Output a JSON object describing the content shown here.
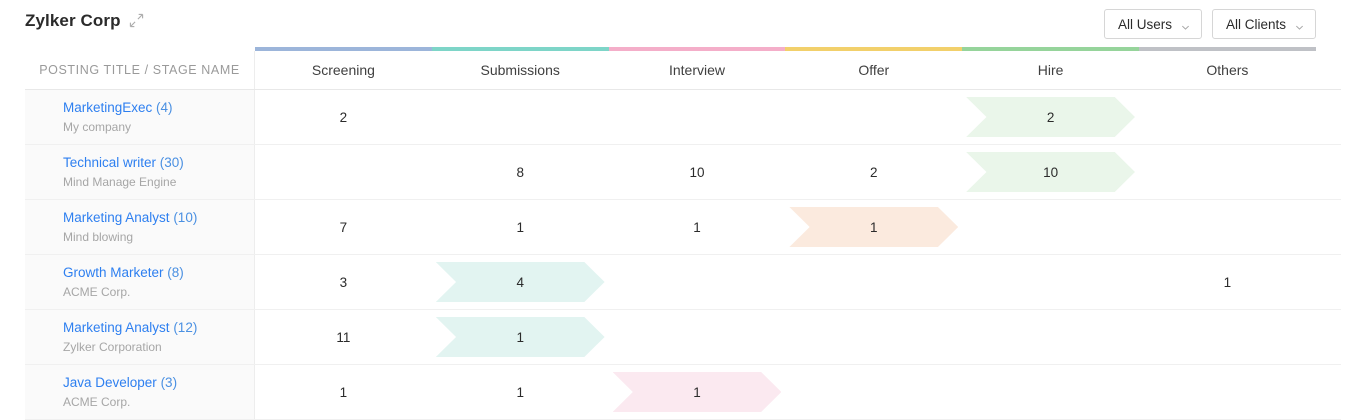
{
  "header": {
    "title": "Zylker Corp",
    "expand_icon": "expand-arrows-icon",
    "filters": [
      {
        "label": "All Users",
        "icon": "chevron-down-icon"
      },
      {
        "label": "All Clients",
        "icon": "chevron-down-icon"
      }
    ]
  },
  "table": {
    "first_column_header": "POSTING TITLE / STAGE NAME",
    "stage_columns": [
      {
        "label": "Screening",
        "color": "#9cb5da"
      },
      {
        "label": "Submissions",
        "color": "#7ed5c8"
      },
      {
        "label": "Interview",
        "color": "#f4aec9"
      },
      {
        "label": "Offer",
        "color": "#f2d06b"
      },
      {
        "label": "Hire",
        "color": "#96d49b"
      },
      {
        "label": "Others",
        "color": "#bfc1c6"
      }
    ],
    "rows": [
      {
        "title": "MarketingExec",
        "count": "(4)",
        "company": "My company",
        "cells": [
          {
            "value": "2",
            "highlight": ""
          },
          {
            "value": "",
            "highlight": ""
          },
          {
            "value": "",
            "highlight": ""
          },
          {
            "value": "",
            "highlight": ""
          },
          {
            "value": "2",
            "highlight": "#eaf6ea"
          },
          {
            "value": "",
            "highlight": ""
          }
        ]
      },
      {
        "title": "Technical writer",
        "count": "(30)",
        "company": "Mind Manage Engine",
        "cells": [
          {
            "value": "",
            "highlight": ""
          },
          {
            "value": "8",
            "highlight": ""
          },
          {
            "value": "10",
            "highlight": ""
          },
          {
            "value": "2",
            "highlight": ""
          },
          {
            "value": "10",
            "highlight": "#eaf6ea"
          },
          {
            "value": "",
            "highlight": ""
          }
        ]
      },
      {
        "title": "Marketing Analyst",
        "count": "(10)",
        "company": "Mind blowing",
        "cells": [
          {
            "value": "7",
            "highlight": ""
          },
          {
            "value": "1",
            "highlight": ""
          },
          {
            "value": "1",
            "highlight": ""
          },
          {
            "value": "1",
            "highlight": "#fbeade"
          },
          {
            "value": "",
            "highlight": ""
          },
          {
            "value": "",
            "highlight": ""
          }
        ]
      },
      {
        "title": "Growth Marketer",
        "count": "(8)",
        "company": "ACME Corp.",
        "cells": [
          {
            "value": "3",
            "highlight": ""
          },
          {
            "value": "4",
            "highlight": "#e2f4f1"
          },
          {
            "value": "",
            "highlight": ""
          },
          {
            "value": "",
            "highlight": ""
          },
          {
            "value": "",
            "highlight": ""
          },
          {
            "value": "1",
            "highlight": ""
          }
        ]
      },
      {
        "title": "Marketing Analyst",
        "count": "(12)",
        "company": "Zylker Corporation",
        "cells": [
          {
            "value": "11",
            "highlight": ""
          },
          {
            "value": "1",
            "highlight": "#e2f4f1"
          },
          {
            "value": "",
            "highlight": ""
          },
          {
            "value": "",
            "highlight": ""
          },
          {
            "value": "",
            "highlight": ""
          },
          {
            "value": "",
            "highlight": ""
          }
        ]
      },
      {
        "title": "Java Developer",
        "count": "(3)",
        "company": "ACME Corp.",
        "cells": [
          {
            "value": "1",
            "highlight": ""
          },
          {
            "value": "1",
            "highlight": ""
          },
          {
            "value": "1",
            "highlight": "#fbe9f0"
          },
          {
            "value": "",
            "highlight": ""
          },
          {
            "value": "",
            "highlight": ""
          },
          {
            "value": "",
            "highlight": ""
          }
        ]
      }
    ]
  }
}
